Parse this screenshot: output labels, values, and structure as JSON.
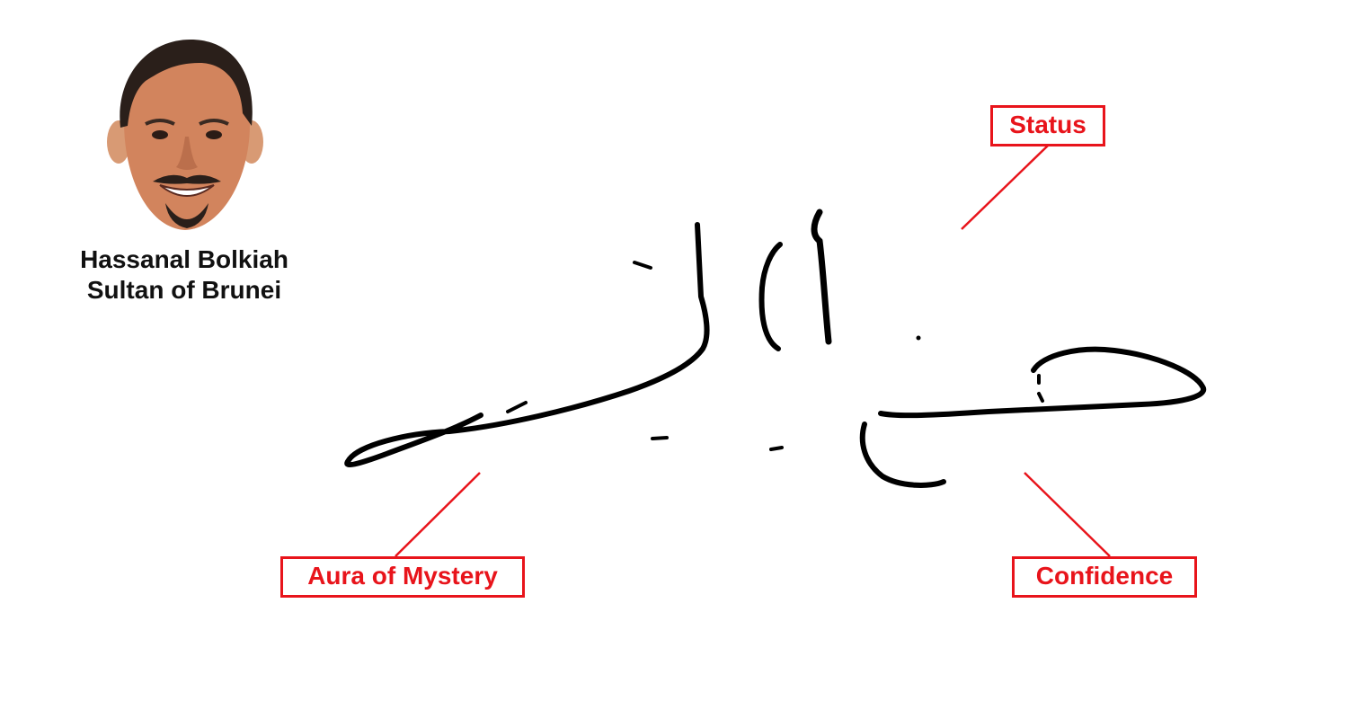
{
  "person": {
    "name": "Hassanal Bolkiah",
    "title": "Sultan of Brunei"
  },
  "annotations": {
    "status": "Status",
    "aura": "Aura of Mystery",
    "confidence": "Confidence"
  },
  "colors": {
    "accent": "#e8141b",
    "ink": "#000000",
    "caption": "#111111"
  }
}
